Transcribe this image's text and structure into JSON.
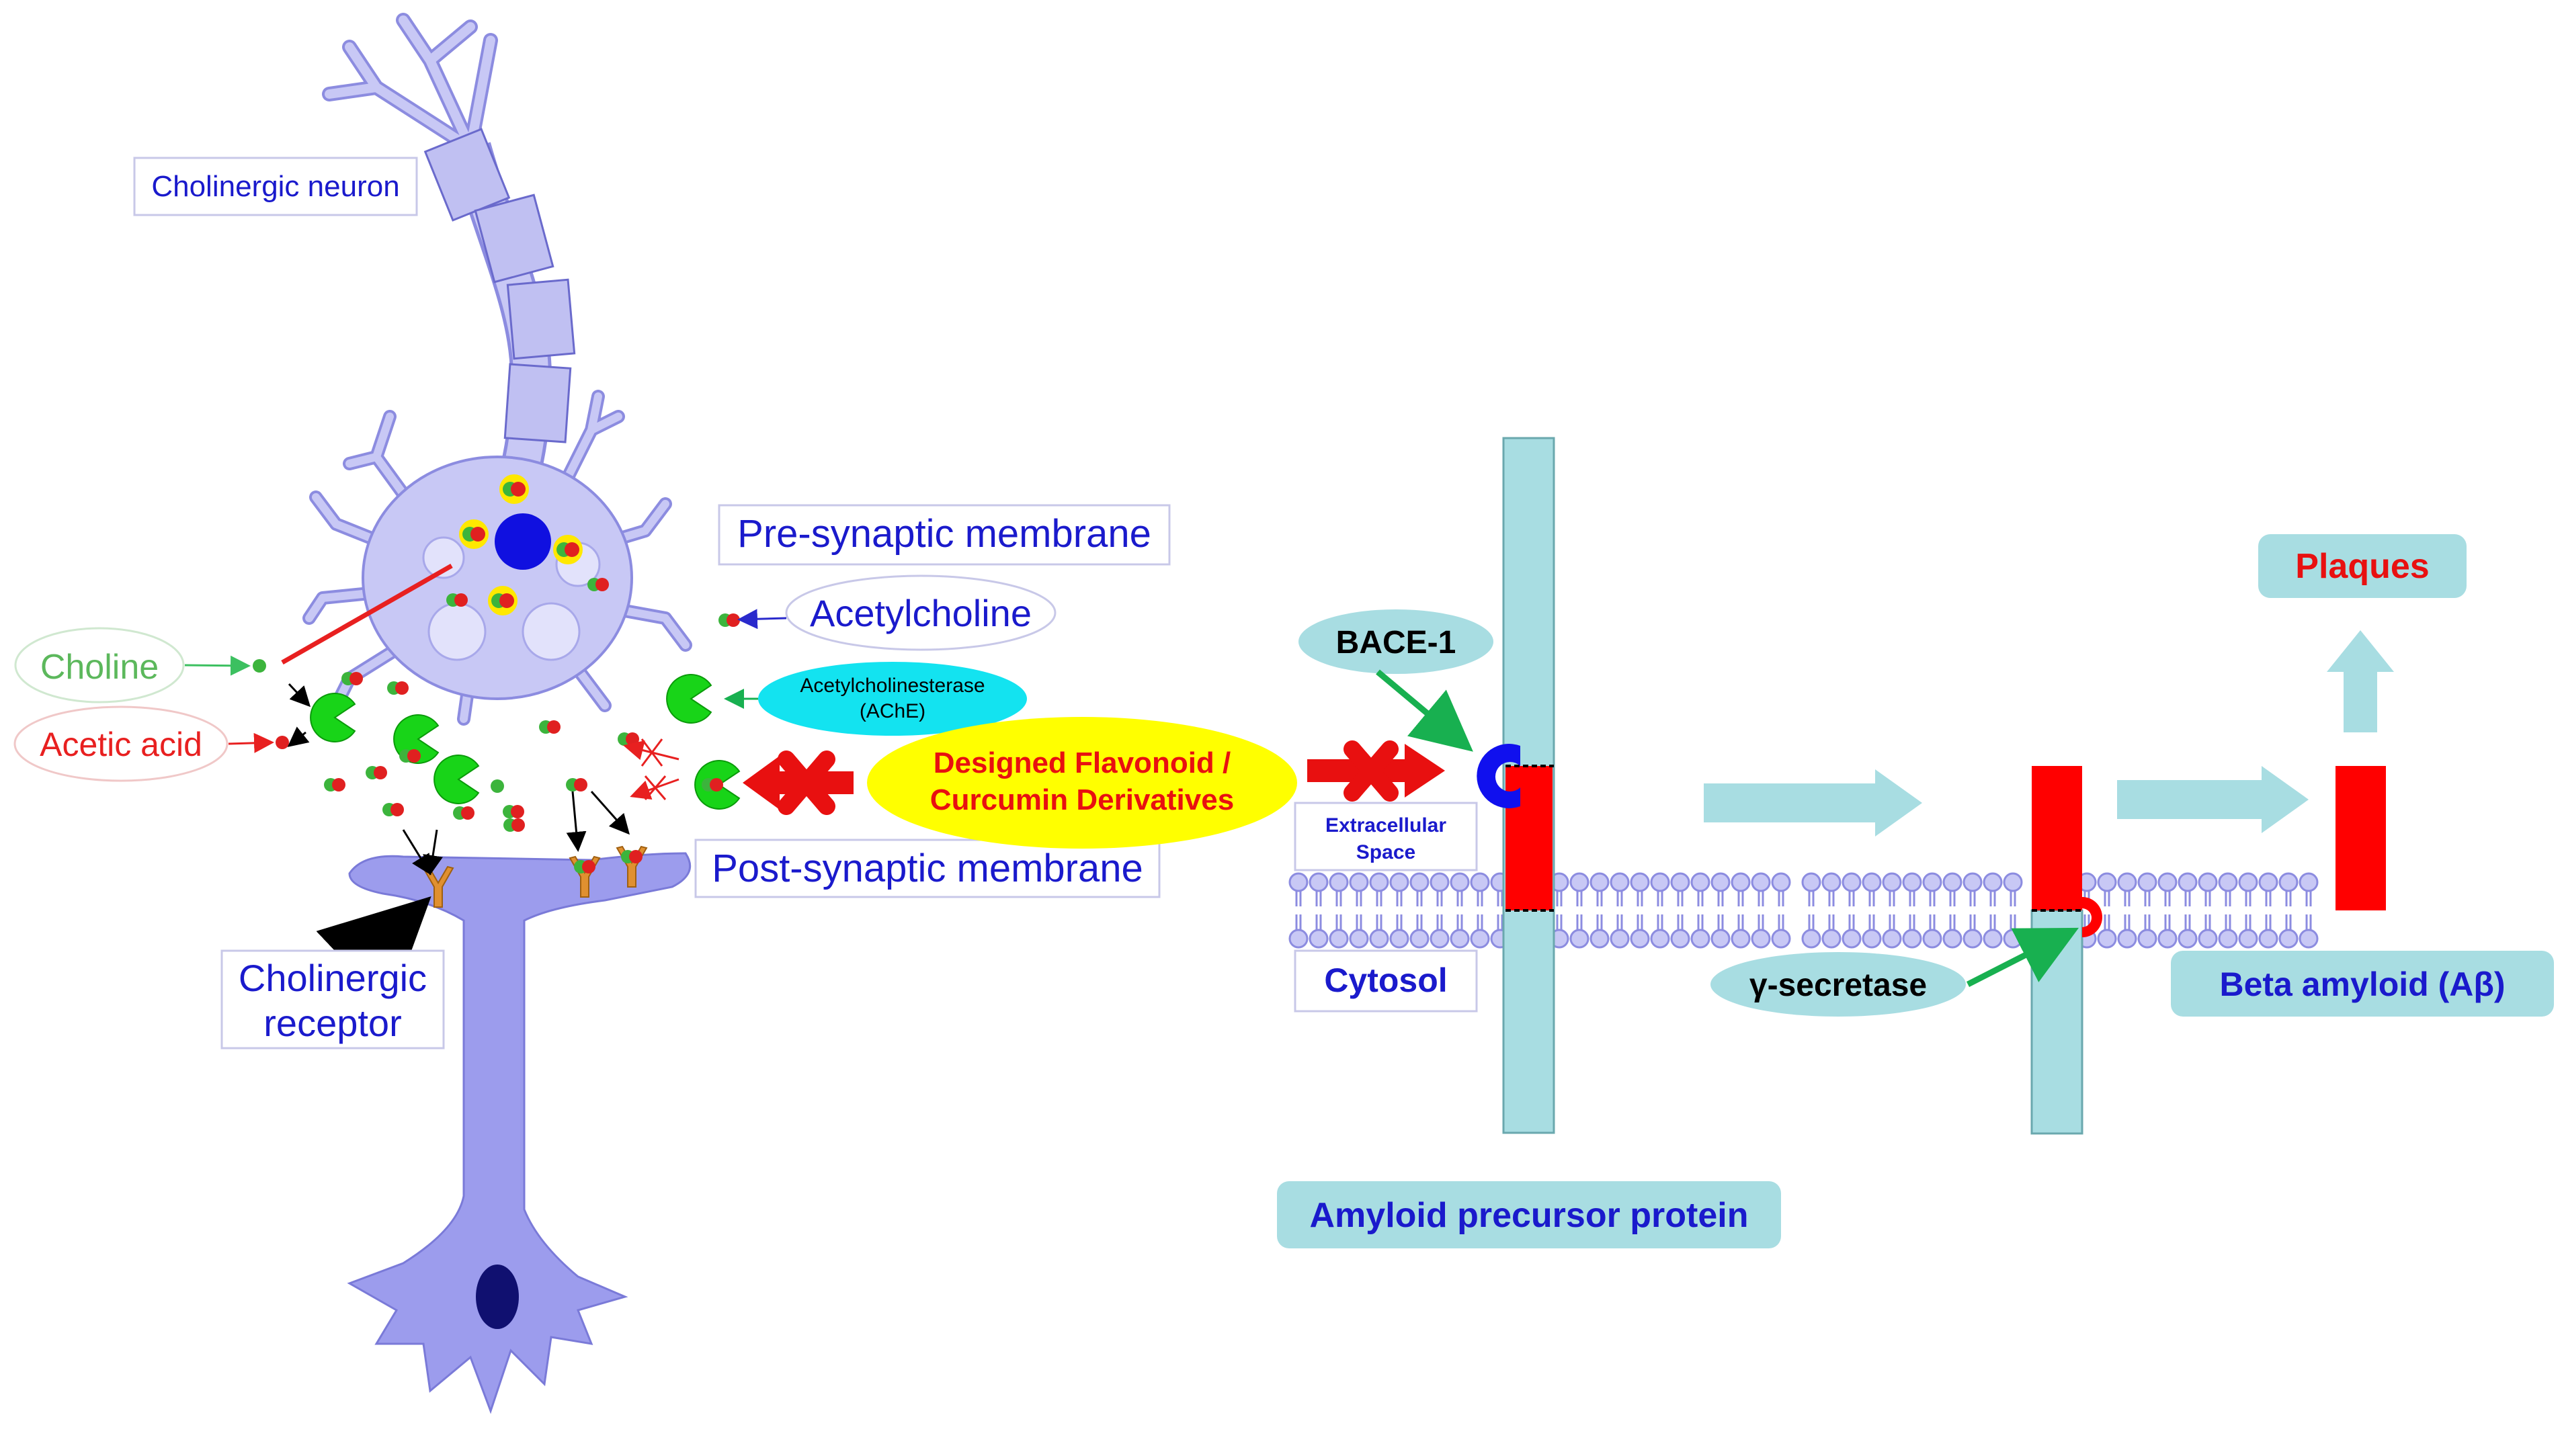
{
  "labels": {
    "cholinergic_neuron": "Cholinergic neuron",
    "pre_synaptic_membrane": "Pre-synaptic membrane",
    "acetylcholine": "Acetylcholine",
    "choline": "Choline",
    "acetic_acid": "Acetic acid",
    "ache_line1": "Acetylcholinesterase",
    "ache_line2": "(AChE)",
    "inhibitor_line1": "Designed Flavonoid /",
    "inhibitor_line2": "Curcumin Derivatives",
    "post_synaptic_membrane": "Post-synaptic membrane",
    "receptor_line1": "Cholinergic",
    "receptor_line2": "receptor",
    "bace1": "BACE-1",
    "extracellular_line1": "Extracellular",
    "extracellular_line2": "Space",
    "cytosol": "Cytosol",
    "gamma_secretase": "γ-secretase",
    "app": "Amyloid precursor protein",
    "beta_amyloid": "Beta amyloid (Aβ)",
    "plaques": "Plaques"
  },
  "colors": {
    "neuron_fill": "#c8c8f5",
    "neuron_stroke": "#8c8ce0",
    "post_neuron_fill": "#9c9ced",
    "label_blue": "#1a1acc",
    "choline_green": "#5cb85c",
    "acetic_red": "#e82020",
    "ache_cyan": "#13e3f0",
    "inhibitor_yellow": "#ffff00",
    "inhibitor_text": "#e81010",
    "app_teal": "#a8dde2",
    "amyloid_red": "#ff0000",
    "bace_blue": "#1010ee",
    "membrane_lavender": "#c8c8f5",
    "arrow_green": "#18b050",
    "flow_teal": "#a8dde2"
  },
  "icons": {
    "enzyme": "pac-man-enzyme-icon",
    "block": "x-block-icon"
  }
}
